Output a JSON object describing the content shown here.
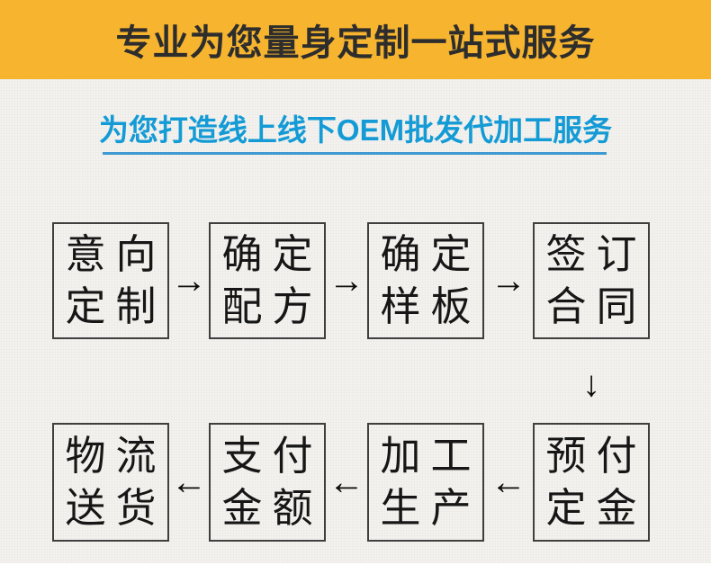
{
  "banner": {
    "title": "专业为您量身定制一站式服务"
  },
  "subtitle": {
    "text": "为您打造线上线下OEM批发代加工服务"
  },
  "colors": {
    "banner_bg": "#f6b42f",
    "banner_text": "#2d2d2d",
    "subtitle_blue": "#149bd6",
    "underline_blue": "#3e9ad3",
    "box_border": "#3f3f3f",
    "box_text": "#161616",
    "arrow_black": "#0d0d0d",
    "page_bg": "#f3f2ef"
  },
  "icons": {
    "arrow_right": "→",
    "arrow_left": "←",
    "arrow_down": "↓"
  },
  "flow": {
    "row1": [
      {
        "line1": "意向",
        "line2": "定制"
      },
      {
        "line1": "确定",
        "line2": "配方"
      },
      {
        "line1": "确定",
        "line2": "样板"
      },
      {
        "line1": "签订",
        "line2": "合同"
      }
    ],
    "row2": [
      {
        "line1": "物流",
        "line2": "送货"
      },
      {
        "line1": "支付",
        "line2": "金额"
      },
      {
        "line1": "加工",
        "line2": "生产"
      },
      {
        "line1": "预付",
        "line2": "定金"
      }
    ]
  }
}
